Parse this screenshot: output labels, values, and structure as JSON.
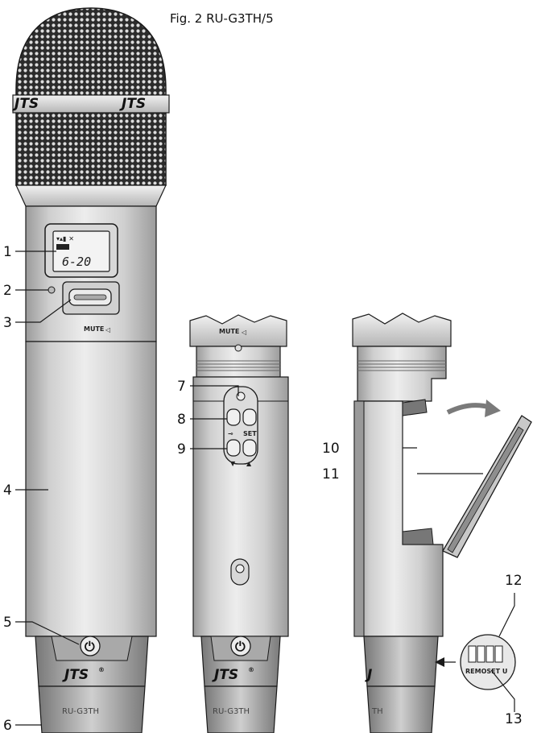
{
  "figure": {
    "caption": "Fig. 2  RU-G3TH/5",
    "brand": "JTS",
    "brand_mark": "®",
    "model_label": "RU-G3TH",
    "mute_label": "MUTE",
    "set_label": "SET",
    "lcd_channel": "6-20",
    "battery_text": "REMOSET U",
    "model_partial": "TH",
    "callouts": [
      "1",
      "2",
      "3",
      "4",
      "5",
      "6",
      "7",
      "8",
      "9",
      "10",
      "11",
      "12",
      "13"
    ]
  },
  "colors": {
    "body_light": "#e4e4e4",
    "body_mid": "#c9c9c9",
    "body_dark": "#8c8c8c",
    "outline": "#1a1a1a",
    "arrow_gray": "#7a7a7a"
  }
}
